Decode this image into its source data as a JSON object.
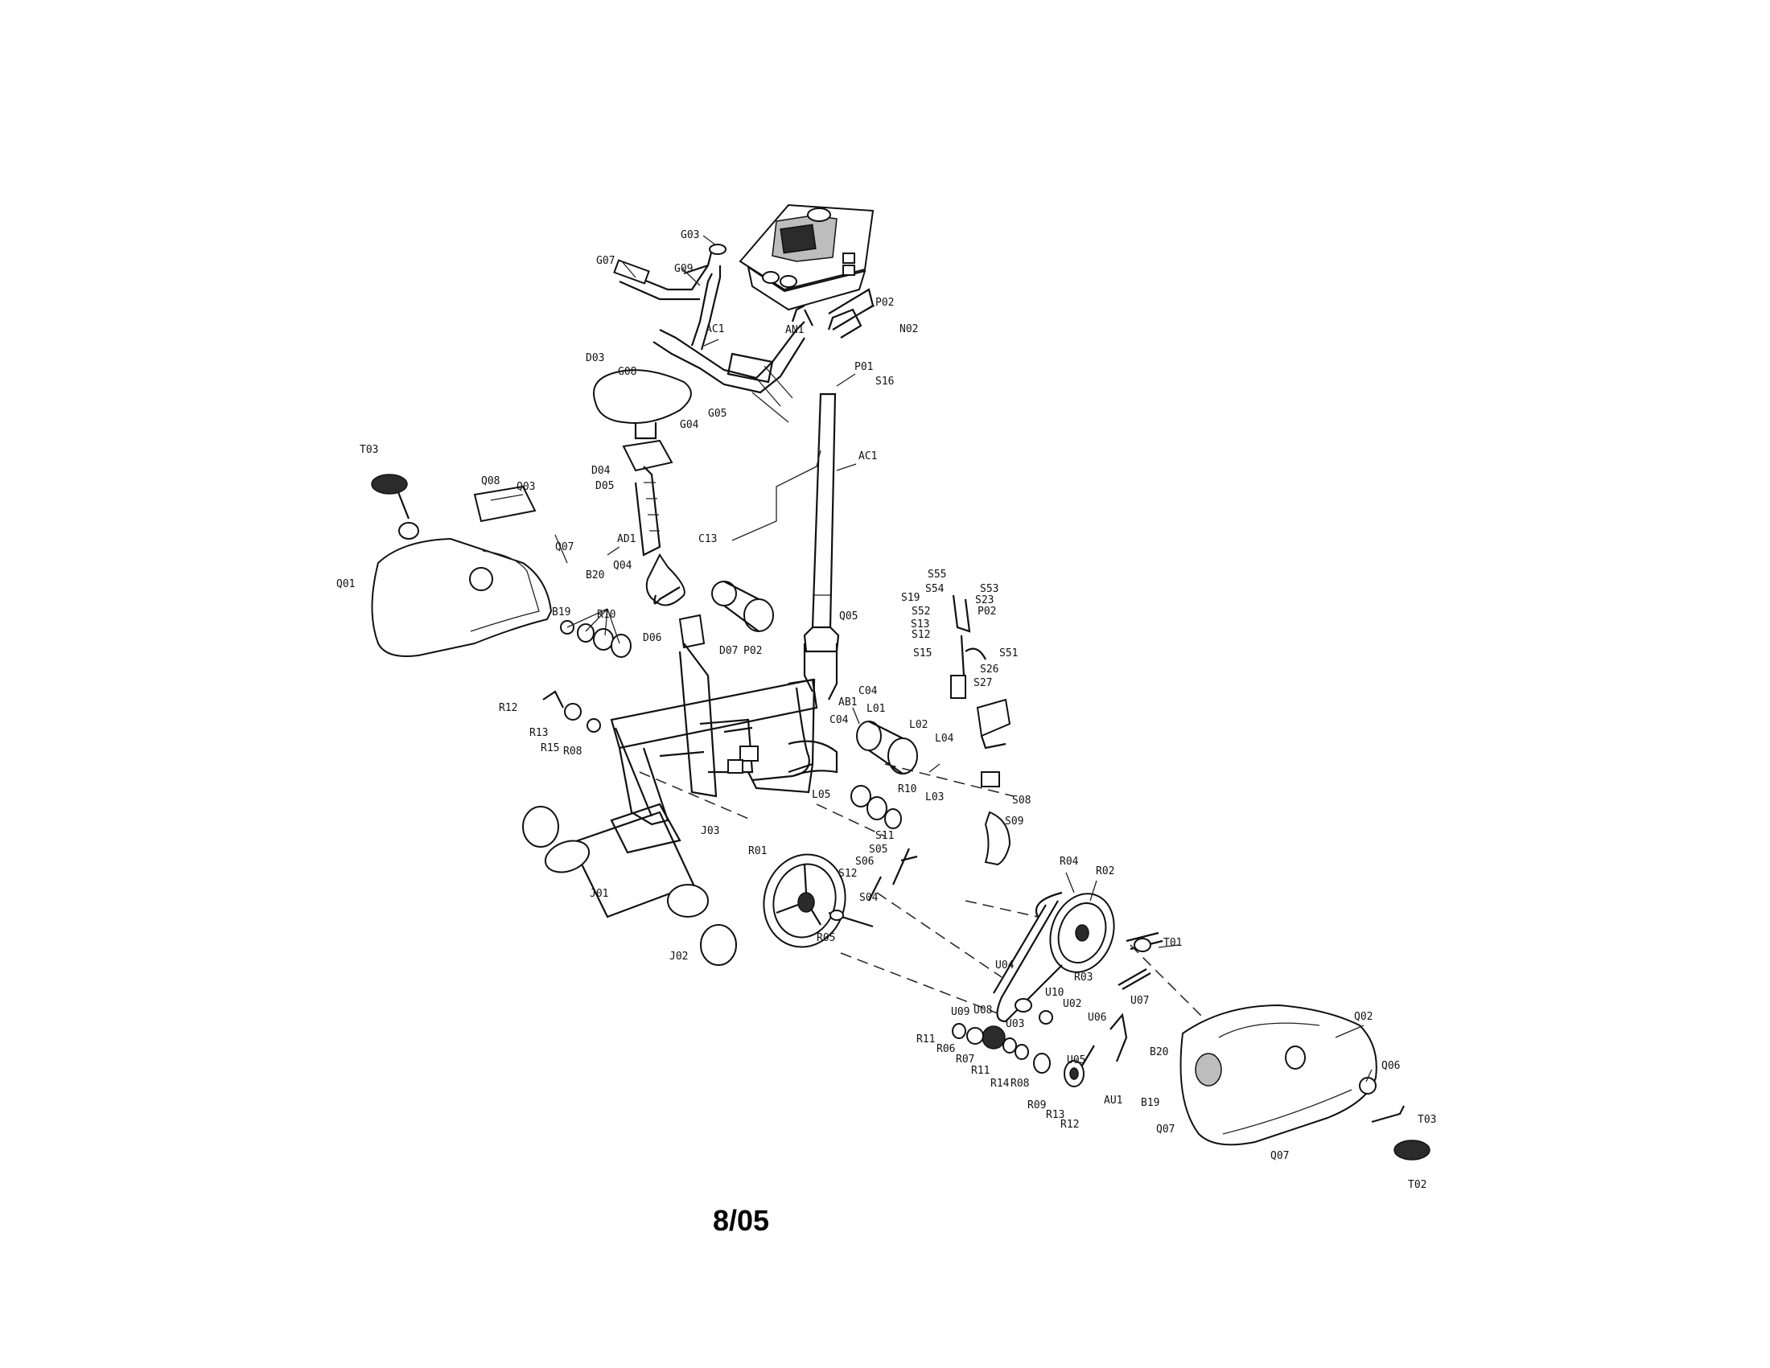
{
  "footer": {
    "date_code": "8/05"
  },
  "callouts": [
    {
      "id": "G03"
    },
    {
      "id": "G07"
    },
    {
      "id": "G09"
    },
    {
      "id": "AN1"
    },
    {
      "id": "P02"
    },
    {
      "id": "N02"
    },
    {
      "id": "AC1"
    },
    {
      "id": "D03"
    },
    {
      "id": "G08"
    },
    {
      "id": "P01"
    },
    {
      "id": "S16"
    },
    {
      "id": "G04"
    },
    {
      "id": "G05"
    },
    {
      "id": "T03"
    },
    {
      "id": "Q08"
    },
    {
      "id": "Q03"
    },
    {
      "id": "D04"
    },
    {
      "id": "D05"
    },
    {
      "id": "AC1"
    },
    {
      "id": "Q07"
    },
    {
      "id": "C13"
    },
    {
      "id": "AD1"
    },
    {
      "id": "Q01"
    },
    {
      "id": "B20"
    },
    {
      "id": "Q04"
    },
    {
      "id": "B19"
    },
    {
      "id": "R10"
    },
    {
      "id": "Q05"
    },
    {
      "id": "S55"
    },
    {
      "id": "S54"
    },
    {
      "id": "S53"
    },
    {
      "id": "S19"
    },
    {
      "id": "S23"
    },
    {
      "id": "S52"
    },
    {
      "id": "P02"
    },
    {
      "id": "S13"
    },
    {
      "id": "S12"
    },
    {
      "id": "S15"
    },
    {
      "id": "S51"
    },
    {
      "id": "D06"
    },
    {
      "id": "S26"
    },
    {
      "id": "S27"
    },
    {
      "id": "D07"
    },
    {
      "id": "P02"
    },
    {
      "id": "C04"
    },
    {
      "id": "AB1"
    },
    {
      "id": "R12"
    },
    {
      "id": "C04"
    },
    {
      "id": "R13"
    },
    {
      "id": "R15"
    },
    {
      "id": "R08"
    },
    {
      "id": "L01"
    },
    {
      "id": "L02"
    },
    {
      "id": "L04"
    },
    {
      "id": "R10"
    },
    {
      "id": "L05"
    },
    {
      "id": "L03"
    },
    {
      "id": "S08"
    },
    {
      "id": "J03"
    },
    {
      "id": "S09"
    },
    {
      "id": "S11"
    },
    {
      "id": "S05"
    },
    {
      "id": "R01"
    },
    {
      "id": "S06"
    },
    {
      "id": "S12"
    },
    {
      "id": "S04"
    },
    {
      "id": "R04"
    },
    {
      "id": "R02"
    },
    {
      "id": "J01"
    },
    {
      "id": "R05"
    },
    {
      "id": "T01"
    },
    {
      "id": "J02"
    },
    {
      "id": "U04"
    },
    {
      "id": "R03"
    },
    {
      "id": "U10"
    },
    {
      "id": "U09"
    },
    {
      "id": "U08"
    },
    {
      "id": "U02"
    },
    {
      "id": "U07"
    },
    {
      "id": "U03"
    },
    {
      "id": "U06"
    },
    {
      "id": "Q02"
    },
    {
      "id": "R11"
    },
    {
      "id": "R06"
    },
    {
      "id": "R07"
    },
    {
      "id": "R11"
    },
    {
      "id": "B20"
    },
    {
      "id": "U05"
    },
    {
      "id": "Q06"
    },
    {
      "id": "R14"
    },
    {
      "id": "R08"
    },
    {
      "id": "R09"
    },
    {
      "id": "AU1"
    },
    {
      "id": "B19"
    },
    {
      "id": "R13"
    },
    {
      "id": "R12"
    },
    {
      "id": "T03"
    },
    {
      "id": "Q07"
    },
    {
      "id": "Q07"
    },
    {
      "id": "T02"
    }
  ]
}
